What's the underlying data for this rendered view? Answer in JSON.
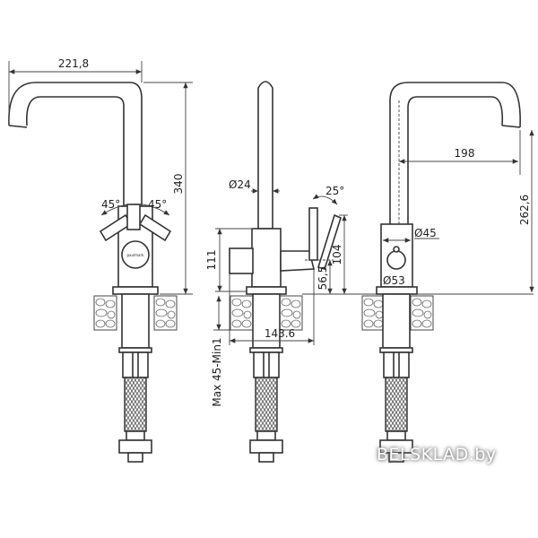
{
  "drawing": {
    "front_view": {
      "spout_reach": "221,8",
      "height": "340",
      "handle_angle_left": "45°",
      "handle_angle_right": "45°",
      "brand_mark": "paulmark"
    },
    "side_view": {
      "spout_diameter": "Ø24",
      "lever_angle": "25°",
      "body_height": "111",
      "lever_height": "104",
      "outlet_height": "56,5",
      "depth": "143.6",
      "countertop_thickness": "Max 45-Min1"
    },
    "back_view": {
      "spout_reach": "198",
      "spout_height": "262,6",
      "body_diameter": "Ø45",
      "base_diameter": "Ø53"
    }
  },
  "watermark": "BELSKLAD.by"
}
